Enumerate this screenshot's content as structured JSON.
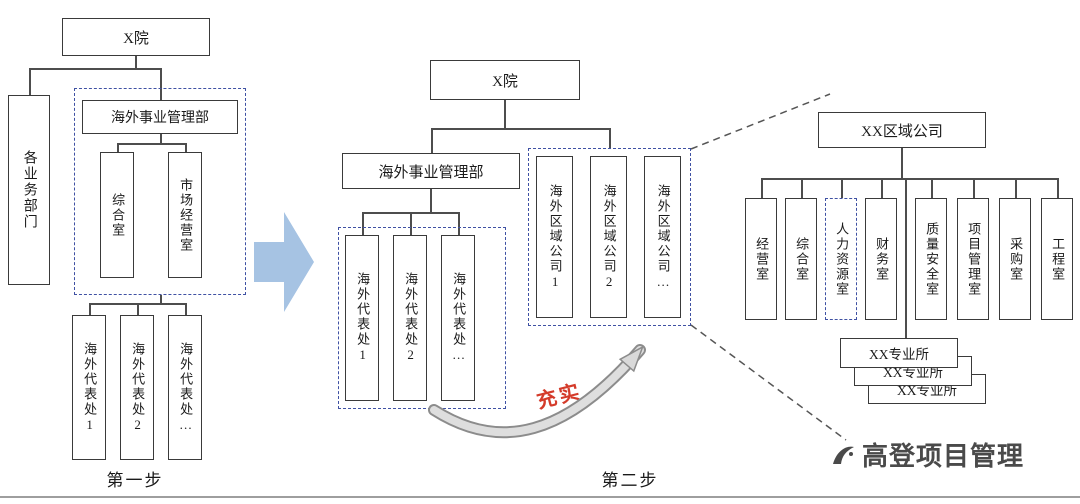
{
  "colors": {
    "dashed_outline": "#3f51a3",
    "transition_arrow_blue": "#a6c3e3",
    "annotation_red": "#d43b2a",
    "connector_line": "#4d4d4d"
  },
  "step1": {
    "label": "第一步",
    "root": "X院",
    "business_depts": "各业务部门",
    "overseas_dept": "海外事业管理部",
    "offices": [
      "综合室",
      "市场经营室"
    ],
    "rep_offices": [
      "海外代表处1",
      "海外代表处2",
      "海外代表处…"
    ]
  },
  "step2": {
    "label": "第二步",
    "root": "X院",
    "overseas_dept": "海外事业管理部",
    "rep_offices": [
      "海外代表处1",
      "海外代表处2",
      "海外代表处…"
    ],
    "regional_companies": [
      "海外区域公司1",
      "海外区域公司2",
      "海外区域公司…"
    ],
    "arrow_annotation": "充实"
  },
  "detail": {
    "root": "XX区域公司",
    "departments": [
      "经营室",
      "综合室",
      "人力资源室",
      "财务室",
      "质量安全室",
      "项目管理室",
      "采购室",
      "工程室"
    ],
    "institutes": [
      "XX专业所",
      "XX专业所",
      "XX专业所"
    ]
  },
  "watermark": "高登项目管理"
}
